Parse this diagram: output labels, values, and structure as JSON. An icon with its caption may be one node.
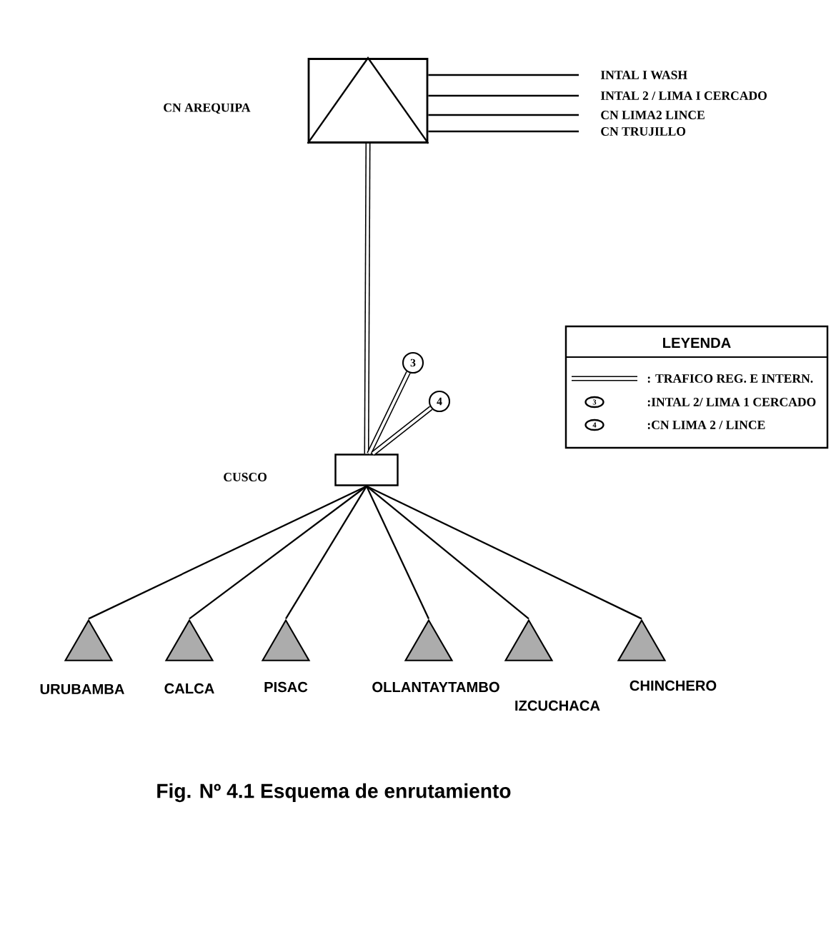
{
  "diagram": {
    "caption": "Fig. Nº 4.1    Esquema de enrutamiento",
    "nodes": [
      {
        "text": [
          "CN AREQUIPA"
        ]
      },
      {
        "text": [
          "INTAL I  WASH"
        ]
      },
      {
        "text": [
          "INTAL 2 / LIMA I  CERCADO"
        ]
      },
      {
        "text": [
          "CN LIMA2  LINCE"
        ]
      },
      {
        "text": [
          "CN TRUJILLO"
        ]
      },
      {
        "text": [],
        "shape": "box"
      },
      {
        "text": [
          "3"
        ]
      },
      {
        "text": [
          "4"
        ]
      },
      {
        "text": [
          "URUBAMBA"
        ]
      },
      {
        "text": [
          "CALCA"
        ]
      },
      {
        "text": [
          "PISAC"
        ]
      },
      {
        "text": [
          "OLLANTAYTAMBO"
        ]
      },
      {
        "text": [
          "IZCUCHACA"
        ]
      },
      {
        "text": [
          "CHINCHERO"
        ]
      }
    ],
    "edges": [
      {
        "from": 0,
        "to": 1,
        "arrow": "none"
      },
      {
        "from": 0,
        "to": 2,
        "arrow": "none"
      },
      {
        "from": 0,
        "to": 3,
        "arrow": "none"
      },
      {
        "from": 0,
        "to": 4,
        "arrow": "none"
      },
      {
        "from": 0,
        "to": 5,
        "arrow": "none",
        "style": "thick"
      },
      {
        "from": 5,
        "to": 6,
        "arrow": "none",
        "style": "thick"
      },
      {
        "from": 5,
        "to": 7,
        "arrow": "none",
        "style": "thick"
      },
      {
        "from": 5,
        "to": 8,
        "arrow": "none"
      },
      {
        "from": 5,
        "to": 9,
        "arrow": "none"
      },
      {
        "from": 5,
        "to": 10,
        "arrow": "none"
      },
      {
        "from": 5,
        "to": 11,
        "arrow": "none"
      },
      {
        "from": 5,
        "to": 12,
        "arrow": "none"
      },
      {
        "from": 5,
        "to": 13,
        "arrow": "none"
      }
    ],
    "labels": [
      "LEYENDA",
      "3",
      "4",
      "CUSCO"
    ],
    "legend": [
      {
        "text": ": TRAFICO REG. E INTERN."
      },
      {
        "text": ":INTAL 2/ LIMA 1 CERCADO"
      },
      {
        "text": ":CN LIMA 2 / LINCE"
      }
    ]
  }
}
